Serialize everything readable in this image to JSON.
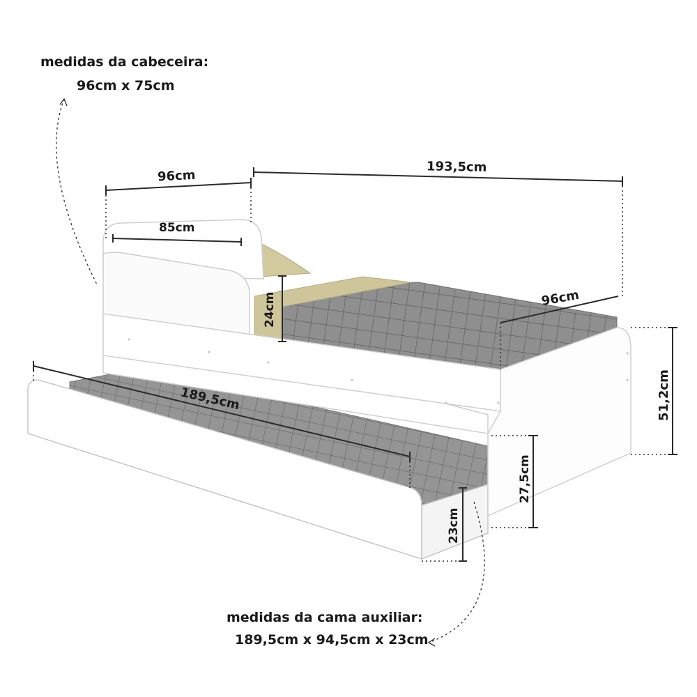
{
  "headboard_note": {
    "title": "medidas da cabeceira:",
    "size": "96cm x 75cm"
  },
  "trundle_note": {
    "title": "medidas da cama auxiliar:",
    "size": "189,5cm x 94,5cm x 23cm"
  },
  "dimensions": {
    "width_top": "96cm",
    "length_top": "193,5cm",
    "headboard_inner": "85cm",
    "side_rail_height": "24cm",
    "mattress_width": "96cm",
    "total_height": "51,2cm",
    "trundle_length": "189,5cm",
    "bed_base_height": "27,5cm",
    "trundle_height": "23cm"
  },
  "colors": {
    "frame": "#ffffff",
    "frame_edge": "#c8c8c8",
    "mattress": "#8f8f8f",
    "grid": "#6a6a6a",
    "pillow": "#cfc59a",
    "dimension_line": "#2a2a2a"
  }
}
